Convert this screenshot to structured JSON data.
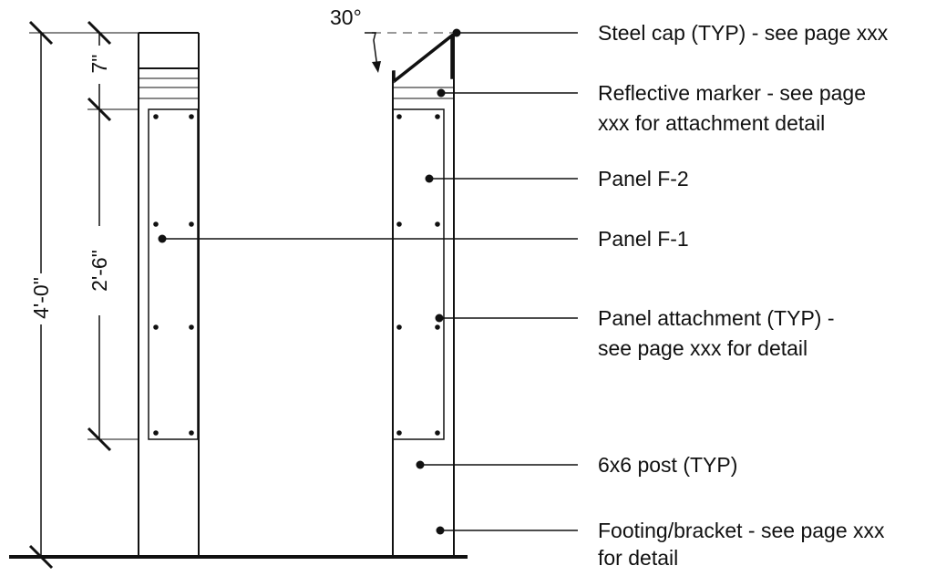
{
  "angle_label": "30°",
  "dimensions": {
    "overall_height": "4'-0\"",
    "panel_height": "2'-6\"",
    "cap_height": "7\""
  },
  "callouts": [
    {
      "id": "steel-cap",
      "lines": [
        "Steel cap (TYP) - see page xxx"
      ]
    },
    {
      "id": "reflective-marker",
      "lines": [
        "Reflective marker - see page",
        "xxx for attachment detail"
      ]
    },
    {
      "id": "panel-f2",
      "lines": [
        "Panel F-2"
      ]
    },
    {
      "id": "panel-f1",
      "lines": [
        "Panel F-1"
      ]
    },
    {
      "id": "panel-attachment",
      "lines": [
        "Panel attachment (TYP) -",
        "see page xxx for detail"
      ]
    },
    {
      "id": "post",
      "lines": [
        "6x6 post (TYP)"
      ]
    },
    {
      "id": "footing",
      "lines": [
        "Footing/bracket - see page xxx",
        "for detail"
      ]
    }
  ],
  "colors": {
    "line": "#111111",
    "hidden_line": "#999999"
  }
}
